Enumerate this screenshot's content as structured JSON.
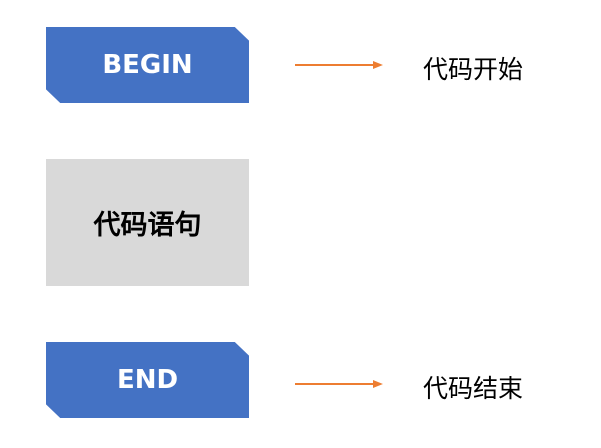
{
  "blocks": {
    "begin_label": "BEGIN",
    "statement_label": "代码语句",
    "end_label": "END"
  },
  "annotations": {
    "begin_text": "代码开始",
    "end_text": "代码结束"
  },
  "colors": {
    "block_blue": "#4472C4",
    "block_gray": "#D9D9D9",
    "arrow_orange": "#ED7D31"
  }
}
